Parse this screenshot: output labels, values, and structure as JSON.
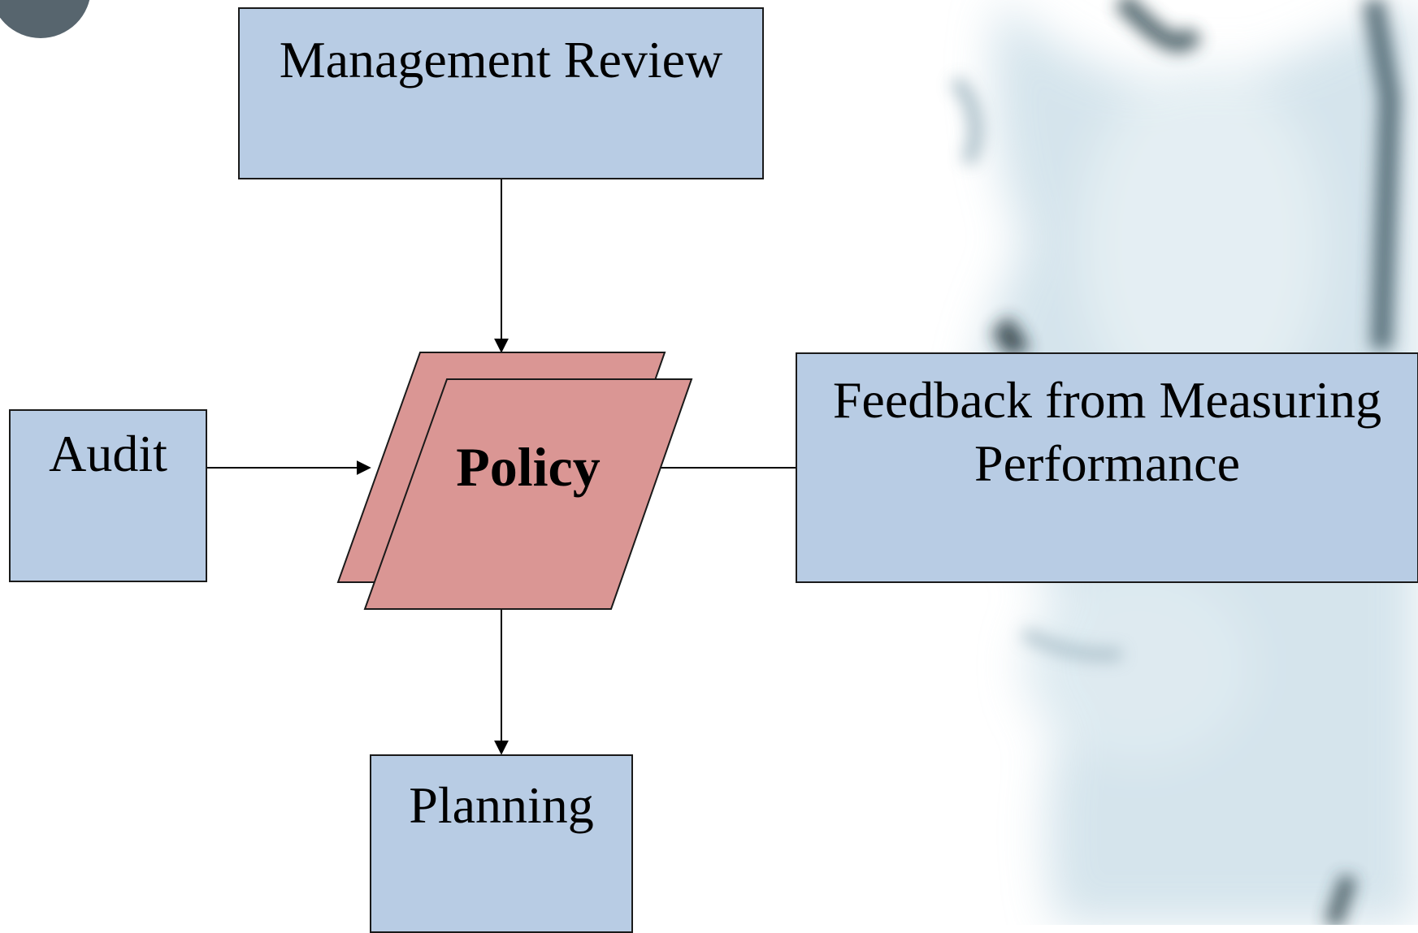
{
  "diagram": {
    "nodes": {
      "management_review": "Management Review",
      "audit": "Audit",
      "policy": "Policy",
      "feedback_line1": "Feedback from Measuring",
      "feedback_line2": "Performance",
      "planning": "Planning"
    },
    "edges": [
      {
        "from": "management_review",
        "to": "policy",
        "arrow": true
      },
      {
        "from": "audit",
        "to": "policy",
        "arrow": true
      },
      {
        "from": "feedback",
        "to": "policy",
        "arrow": false
      },
      {
        "from": "policy",
        "to": "planning",
        "arrow": true
      }
    ]
  },
  "colors": {
    "box_fill": "#b8cce4",
    "policy_fill": "#da9694",
    "stroke": "#1a1a1a",
    "background": "#ffffff"
  }
}
